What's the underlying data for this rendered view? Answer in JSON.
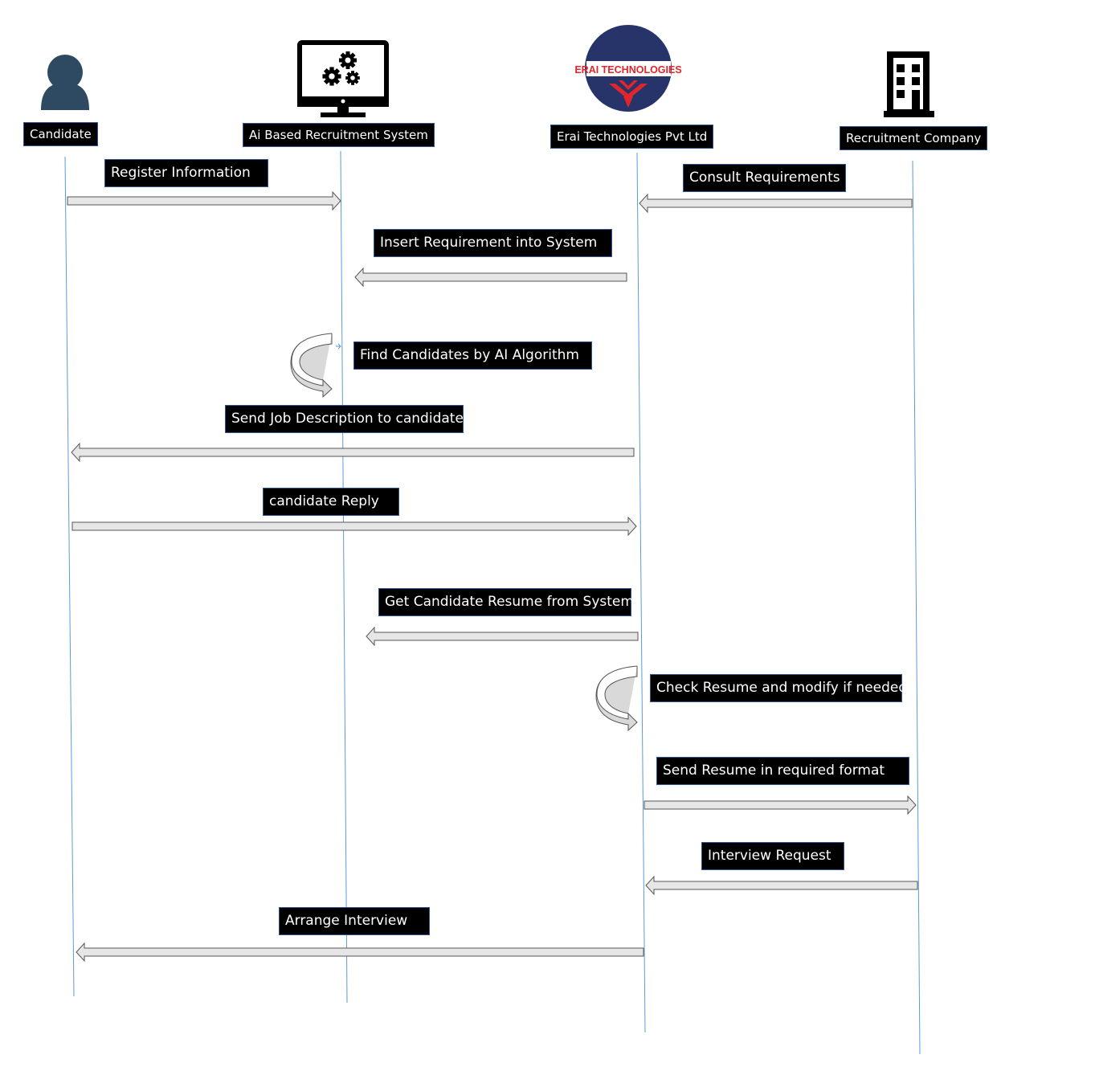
{
  "actors": {
    "candidate": "Candidate",
    "ai_system": "Ai Based Recruitment System",
    "erai": "Erai Technologies Pvt Ltd",
    "company": "Recruitment Company"
  },
  "logo": {
    "text": "ERAI TECHNOLOGIES"
  },
  "messages": [
    "Register Information",
    "Consult Requirements",
    "Insert Requirement into System",
    "Find Candidates by AI Algorithm",
    "Send Job Description to candidate",
    "candidate Reply",
    "Get Candidate Resume from System",
    "Check Resume and modify if needed",
    "Send Resume in required format",
    "Interview Request",
    "Arrange Interview"
  ],
  "colors": {
    "lifeline": "#5b9bd5",
    "label_bg": "#000000",
    "label_border": "#2f5597",
    "arrow_fill": "#e6e6e6",
    "arrow_stroke": "#555555",
    "person_icon": "#2e4a63",
    "logo_circle": "#273469",
    "logo_accent": "#e0262b"
  },
  "icons": [
    "person-icon",
    "monitor-gears-icon",
    "erai-logo",
    "building-icon"
  ]
}
